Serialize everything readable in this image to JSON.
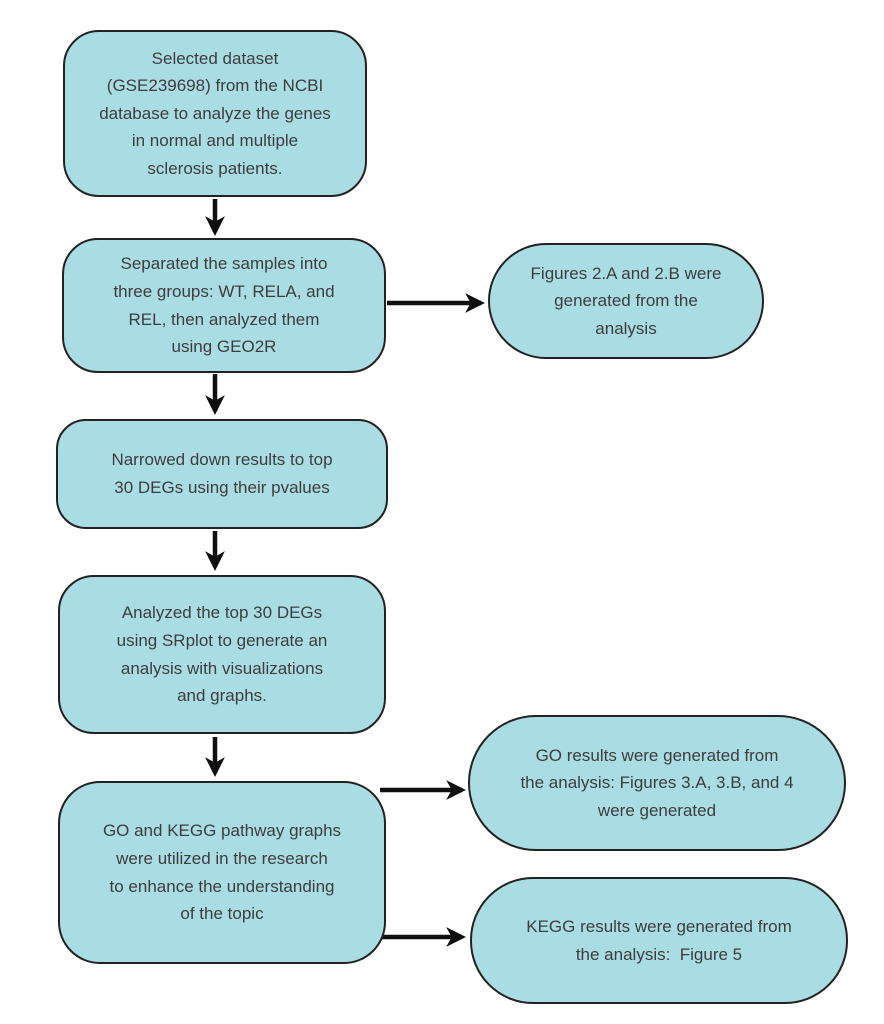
{
  "diagram": {
    "type": "flowchart",
    "colors": {
      "background": "#ffffff",
      "node_fill": "#aadce4",
      "node_border": "#222222",
      "text": "#3d3d3d",
      "arrow": "#0f0f0f"
    },
    "nodes": {
      "step1": {
        "shape": "rounded-rectangle",
        "text": "Selected dataset\n(GSE239698) from the NCBI\ndatabase to analyze the genes\nin normal and multiple\nsclerosis patients."
      },
      "step2": {
        "shape": "rounded-rectangle",
        "text": "Separated the samples into\nthree groups: WT, RELA, and\nREL, then analyzed them\nusing GEO2R"
      },
      "step3": {
        "shape": "rounded-rectangle",
        "text": "Narrowed down results to top\n30 DEGs using their pvalues"
      },
      "step4": {
        "shape": "rounded-rectangle",
        "text": "Analyzed the top 30 DEGs\nusing SRplot to generate an\nanalysis with visualizations\nand graphs."
      },
      "step5": {
        "shape": "rounded-rectangle",
        "text": "GO and KEGG pathway graphs\nwere utilized in the research\nto enhance the understanding\nof the topic"
      },
      "result_2ab": {
        "shape": "stadium",
        "text": "Figures 2.A and 2.B were\ngenerated from the\nanalysis"
      },
      "result_go": {
        "shape": "stadium",
        "text": "GO results were generated from\nthe analysis: Figures 3.A, 3.B, and 4\nwere generated"
      },
      "result_kegg": {
        "shape": "stadium",
        "text": "KEGG results were generated from\nthe analysis:  Figure 5"
      }
    },
    "connections": [
      {
        "from": "step1",
        "to": "step2"
      },
      {
        "from": "step2",
        "to": "result_2ab"
      },
      {
        "from": "step2",
        "to": "step3"
      },
      {
        "from": "step3",
        "to": "step4"
      },
      {
        "from": "step4",
        "to": "step5"
      },
      {
        "from": "step5",
        "to": "result_go"
      },
      {
        "from": "step5",
        "to": "result_kegg"
      }
    ]
  }
}
